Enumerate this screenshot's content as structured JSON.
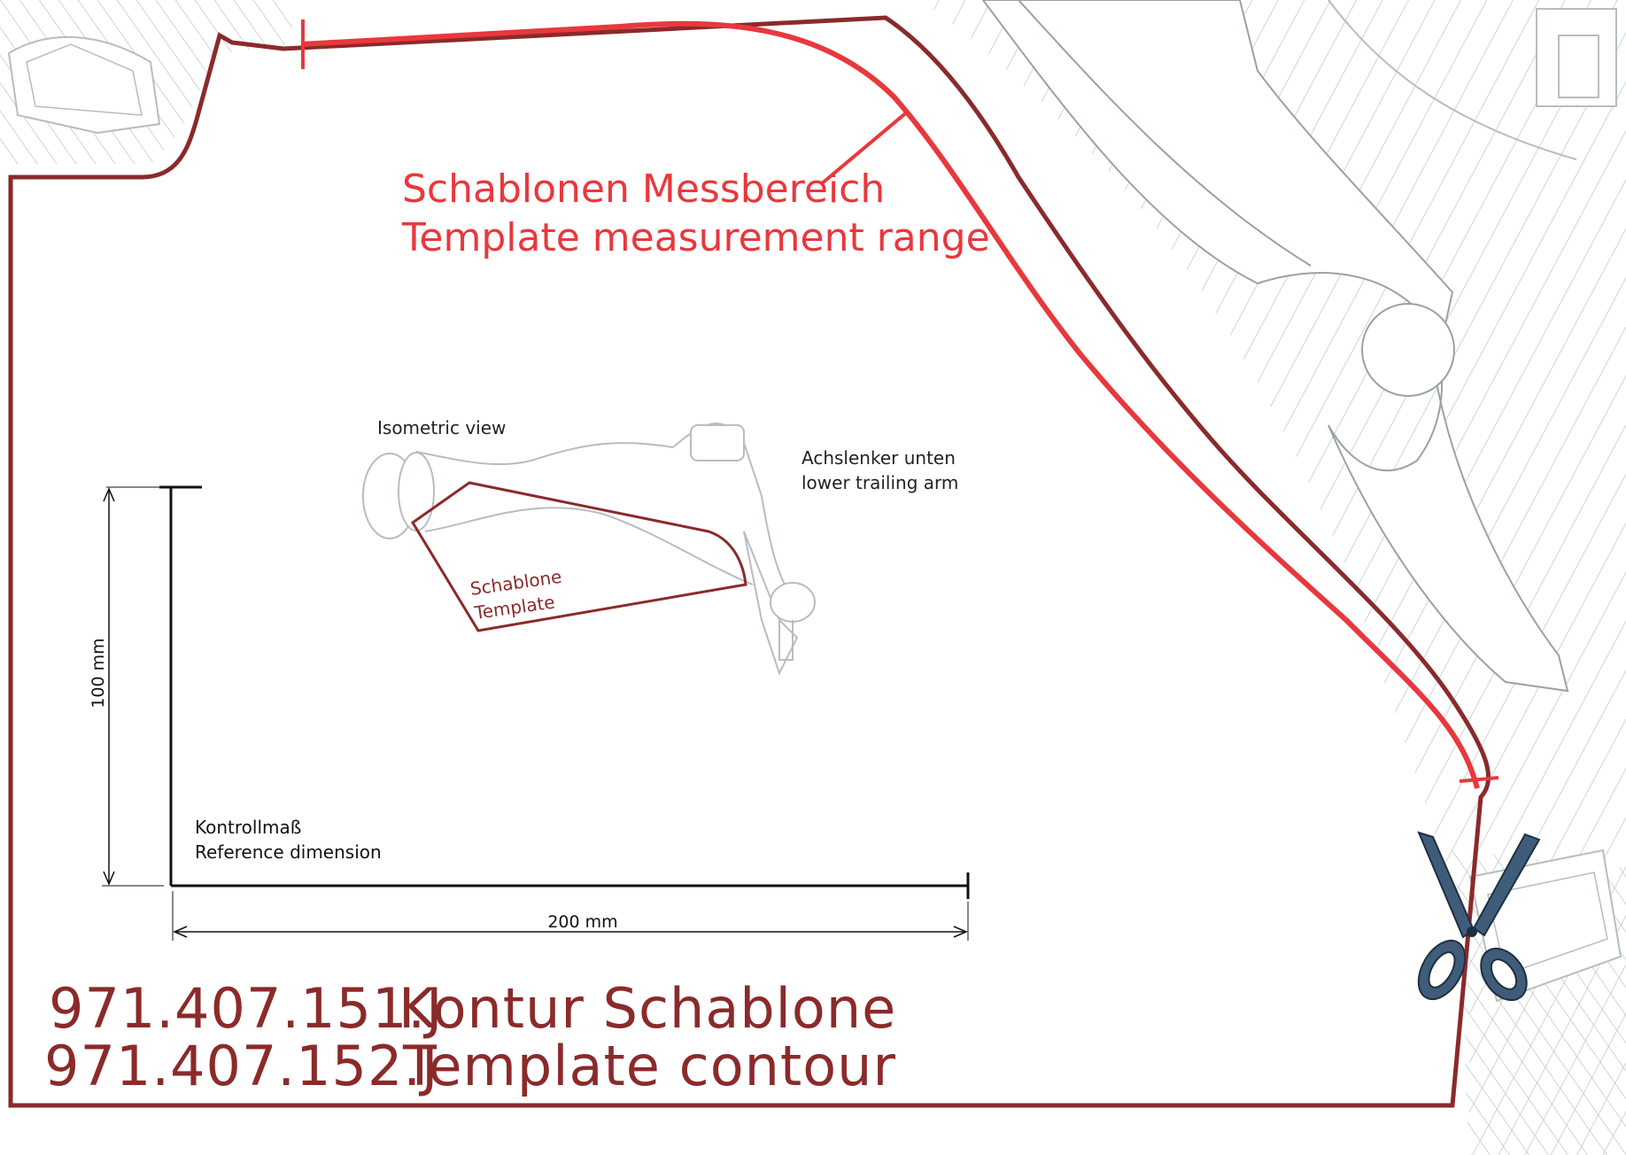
{
  "measurement_range": {
    "label_de": "Schablonen Messbereich",
    "label_en": "Template measurement range"
  },
  "isometric": {
    "caption": "Isometric view",
    "part_de": "Achslenker unten",
    "part_en": "lower trailing arm",
    "template_de": "Schablone",
    "template_en": "Template"
  },
  "reference": {
    "label_de": "Kontrollmaß",
    "label_en": "Reference dimension",
    "vertical": "100 mm",
    "horizontal": "200 mm"
  },
  "title": {
    "part_number_1": "971.407.151.J",
    "part_number_2": "971.407.152.J",
    "name_de": "Kontur Schablone",
    "name_en": "Template contour"
  },
  "colors": {
    "contour": "#8b2a2a",
    "measure": "#e8383d",
    "hatch": "#b8bdbf",
    "text": "#222222",
    "scissors": "#3f5d7a"
  },
  "icons": [
    "scissors-icon"
  ]
}
